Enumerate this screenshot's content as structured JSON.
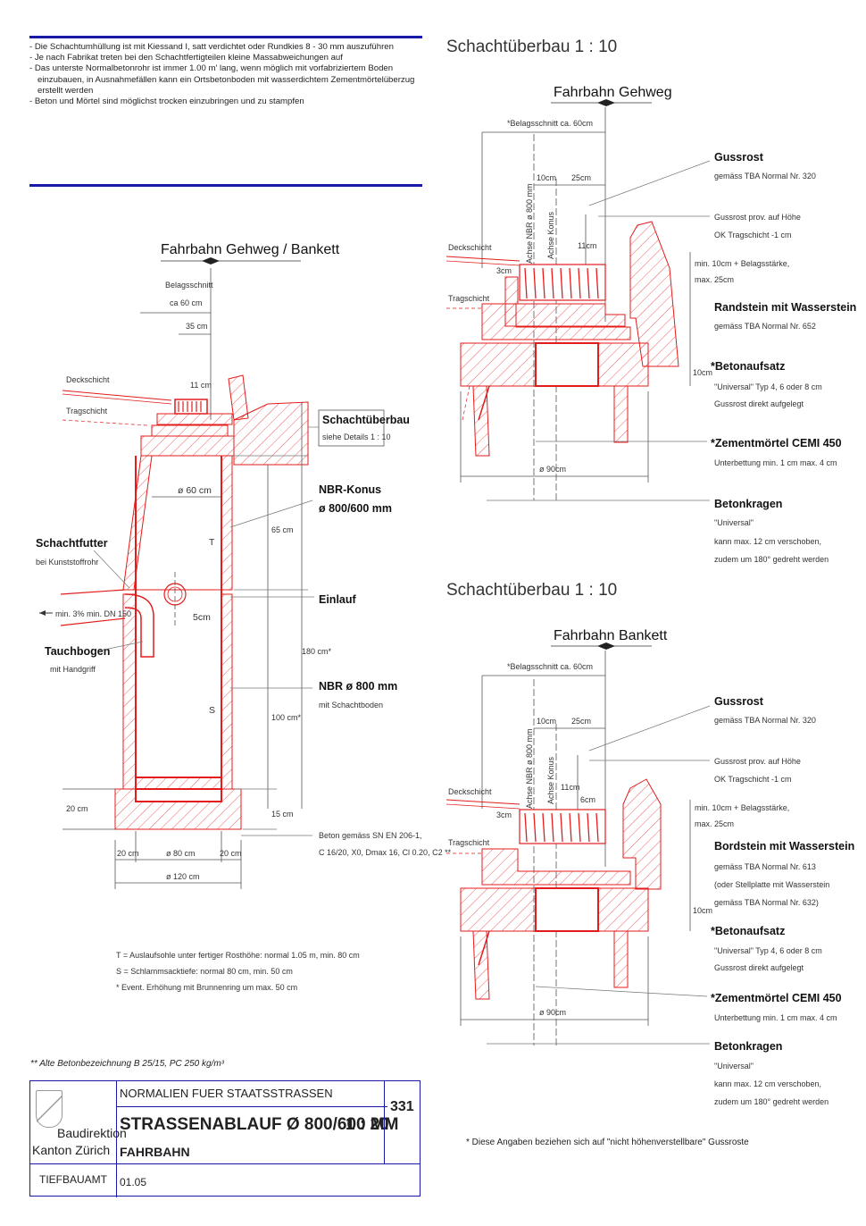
{
  "notes": [
    "Die Schachtumhüllung ist mit Kiessand I, satt verdichtet oder Rundkies 8 - 30 mm auszuführen",
    "Je nach Fabrikat treten bei den Schachtfertigteilen kleine Massabweichungen auf",
    "Das unterste Normalbetonrohr ist immer 1.00 m' lang, wenn möglich mit vorfabriziertem Boden einzubauen, in Ausnahmefällen kann ein Ortsbetonboden mit wasserdichtem Zementmörtelüberzug erstellt werden",
    "Beton und Mörtel sind möglichst trocken einzubringen und zu stampfen"
  ],
  "main": {
    "fahrbahn": "Fahrbahn",
    "gehweg_bankett": "Gehweg / Bankett",
    "belagsschnitt1": "Belagsschnitt",
    "belagsschnitt2": "ca 60 cm",
    "dim_35": "35 cm",
    "deckschicht": "Deckschicht",
    "tragschicht": "Tragschicht",
    "dim_11": "11 cm",
    "schachtueberbau": "Schachtüberbau",
    "siehe_details": "siehe Details 1 : 10",
    "dim_d60": "ø 60 cm",
    "nbr_konus1": "NBR-Konus",
    "nbr_konus2": "ø 800/600 mm",
    "dim_65": "65 cm",
    "schachtfutter": "Schachtfutter",
    "bei_kunststoff": "bei Kunststoffrohr",
    "letter_t": "T",
    "einlauf": "Einlauf",
    "slope": "min. 3%  min. DN 150",
    "dim_5": "5cm",
    "tauchbogen": "Tauchbogen",
    "mit_handgriff": "mit Handgriff",
    "dim_180": "180 cm*",
    "nbr_800": "NBR ø 800 mm",
    "mit_schachtboden": "mit Schachtboden",
    "letter_s": "S",
    "dim_100": "100 cm*",
    "dim_20": "20 cm",
    "dim_15": "15 cm",
    "beton1": "Beton gemäss SN EN 206-1,",
    "beton2": "C 16/20, X0, Dmax 16, Cl 0.20, C2 **",
    "dim_20a": "20 cm",
    "dim_d80": "ø 80 cm",
    "dim_20b": "20 cm",
    "dim_d120": "ø 120 cm",
    "legend_t": "T = Auslaufsohle unter fertiger Rosthöhe: normal 1.05 m, min. 80 cm",
    "legend_s": "S = Schlammsacktiefe: normal 80 cm, min. 50 cm",
    "legend_star": "*    Event. Erhöhung mit Brunnenring um max. 50 cm"
  },
  "detail1": {
    "title": "Schachtüberbau 1 : 10",
    "fahrbahn": "Fahrbahn",
    "gehweg": "Gehweg",
    "belagsschnitt": "*Belagsschnitt ca. 60cm",
    "achse_nbr": "Achse NBR ø 800 mm",
    "achse_konus": "Achse Konus",
    "dim_10": "10cm",
    "dim_25": "25cm",
    "dim_11": "11cm",
    "dim_3": "3cm",
    "deckschicht": "Deckschicht",
    "tragschicht": "Tragschicht",
    "dim_10b": "10cm",
    "dim_90": "ø 90cm",
    "gussrost": "Gussrost",
    "gussrost_note": "gemäss TBA Normal Nr. 320",
    "gussrost_prov1": "Gussrost prov. auf Höhe",
    "gussrost_prov2": "OK Tragschicht -1 cm",
    "min10_1": "min. 10cm + Belagsstärke,",
    "min10_2": "max. 25cm",
    "randstein": "Randstein mit Wasserstein",
    "randstein_note": "gemäss TBA Normal Nr. 652",
    "betonaufsatz": "*Betonaufsatz",
    "betonaufsatz1": "\"Universal\" Typ 4, 6 oder 8 cm",
    "betonaufsatz2": "Gussrost direkt aufgelegt",
    "zement": "*Zementmörtel CEMI 450",
    "zement_note": "Unterbettung min. 1 cm max. 4 cm",
    "betonkragen": "Betonkragen",
    "kragen1": "\"Universal\"",
    "kragen2": "kann max. 12 cm verschoben,",
    "kragen3": "zudem um 180° gedreht werden"
  },
  "detail2": {
    "title": "Schachtüberbau 1 : 10",
    "fahrbahn": "Fahrbahn",
    "bankett": "Bankett",
    "belagsschnitt": "*Belagsschnitt ca. 60cm",
    "achse_nbr": "Achse NBR ø 800 mm",
    "achse_konus": "Achse Konus",
    "dim_10": "10cm",
    "dim_25": "25cm",
    "dim_11": "11cm",
    "dim_6": "6cm",
    "dim_3": "3cm",
    "deckschicht": "Deckschicht",
    "tragschicht": "Tragschicht",
    "dim_10b": "10cm",
    "dim_90": "ø 90cm",
    "gussrost": "Gussrost",
    "gussrost_note": "gemäss TBA Normal Nr. 320",
    "gussrost_prov1": "Gussrost prov. auf Höhe",
    "gussrost_prov2": "OK Tragschicht -1 cm",
    "min10_1": "min. 10cm + Belagsstärke,",
    "min10_2": "max. 25cm",
    "bordstein": "Bordstein mit Wasserstein",
    "bordstein1": "gemäss TBA Normal Nr. 613",
    "bordstein2": "(oder Stellplatte mit Wasserstein",
    "bordstein3": "gemäss TBA Normal Nr. 632)",
    "betonaufsatz": "*Betonaufsatz",
    "betonaufsatz1": "\"Universal\" Typ 4, 6 oder 8 cm",
    "betonaufsatz2": "Gussrost direkt aufgelegt",
    "zement": "*Zementmörtel CEMI 450",
    "zement_note": "Unterbettung min. 1 cm max. 4 cm",
    "betonkragen": "Betonkragen",
    "kragen1": "\"Universal\"",
    "kragen2": "kann max. 12 cm verschoben,",
    "kragen3": "zudem um 180° gedreht werden"
  },
  "concrete_note": "** Alte Betonbezeichnung B 25/15, PC 250 kg/m³",
  "footnote": "*  Diese Angaben beziehen sich auf \"nicht höhenverstellbare\" Gussroste",
  "titleblock": {
    "org1": "Baudirektion",
    "org2": "Kanton Zürich",
    "dept": "TIEFBAUAMT",
    "series": "NORMALIEN FUER STAATSSTRASSEN",
    "title": "STRASSENABLAUF  Ø 800/600 MM",
    "scale": "1 : 20",
    "subtitle": "FAHRBAHN",
    "number": "331",
    "date": "01.05"
  },
  "colors": {
    "frame": "#1a1aa8",
    "drawing": "#e31b1b"
  }
}
